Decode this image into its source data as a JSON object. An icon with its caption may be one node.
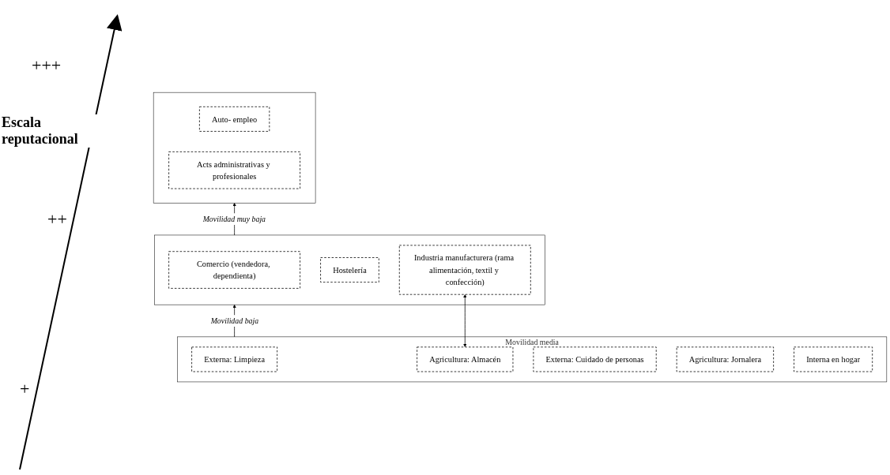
{
  "diagram": {
    "nodes": [
      {
        "text": [],
        "shape": "box"
      },
      {
        "text": [
          "Auto- empleo"
        ],
        "in": 0
      },
      {
        "text": [
          "Acts administrativas y profesionales"
        ],
        "in": 0
      },
      {
        "text": [],
        "shape": "box"
      },
      {
        "text": [
          "Comercio (vendedora, dependienta)"
        ],
        "in": 3
      },
      {
        "text": [
          "Hostelería"
        ],
        "in": 3
      },
      {
        "text": [
          "Industria manufacturera (rama alimentación, textil y confección)"
        ],
        "in": 3
      },
      {
        "text": [
          "Movilidad media"
        ]
      },
      {
        "text": [
          "Externa: Limpieza"
        ],
        "in": 7
      },
      {
        "text": [
          "Agricultura: Almacén"
        ],
        "in": 7
      },
      {
        "text": [
          "Externa: Cuidado de personas"
        ],
        "in": 7
      },
      {
        "text": [
          "Agricultura: Jornalera"
        ],
        "in": 7
      },
      {
        "text": [
          "Interna en hogar"
        ],
        "in": 7
      }
    ],
    "edges": [
      {
        "from": 3,
        "to": 0,
        "arrow": "to",
        "label": "Movilidad muy baja"
      },
      {
        "from": 7,
        "to": 3,
        "arrow": "to",
        "label": "Movilidad baja"
      },
      {
        "from": 9,
        "to": 6,
        "arrow": "both"
      }
    ],
    "labels": [
      "+++",
      "Escala reputacional",
      "++",
      "+"
    ]
  }
}
